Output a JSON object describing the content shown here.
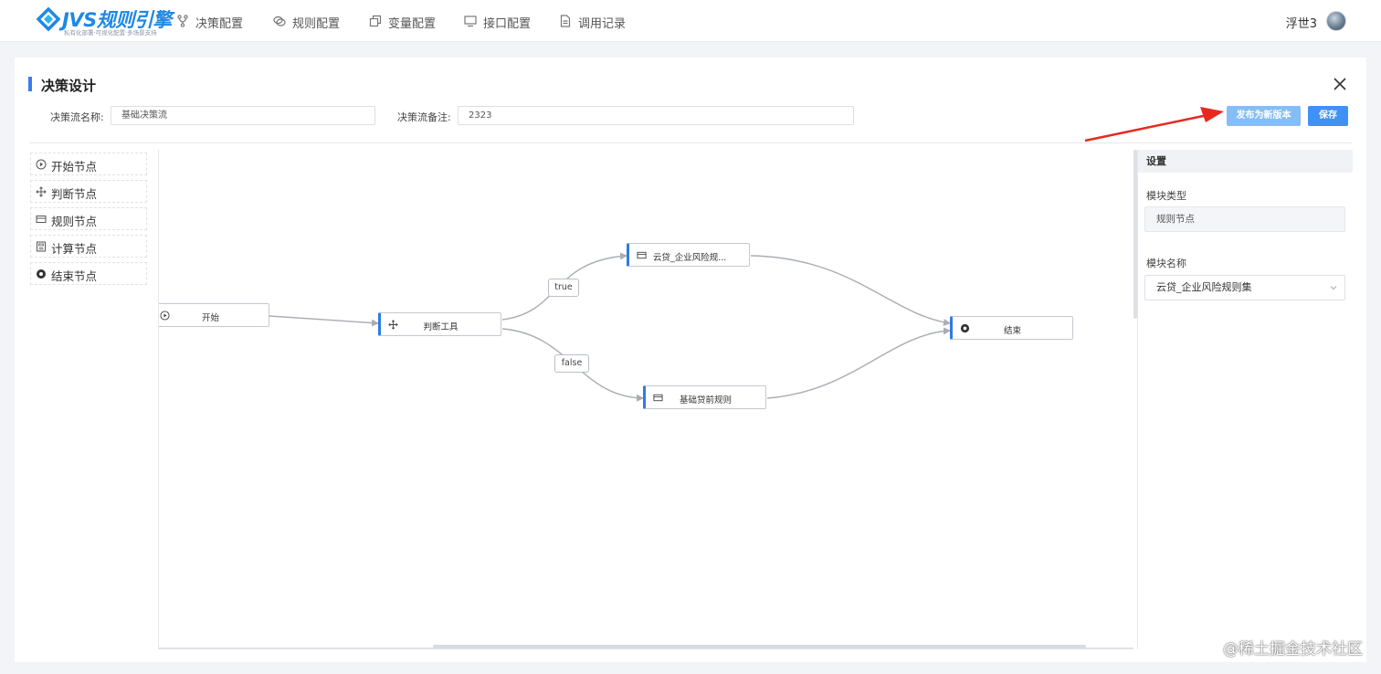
{
  "app": {
    "brand": "JVS规则引擎",
    "slogan": "私有化部署·可视化配置·多场景支持",
    "nav": [
      {
        "label": "决策配置",
        "icon": "branch-icon"
      },
      {
        "label": "规则配置",
        "icon": "rules-icon"
      },
      {
        "label": "变量配置",
        "icon": "variables-icon"
      },
      {
        "label": "接口配置",
        "icon": "monitor-icon"
      },
      {
        "label": "调用记录",
        "icon": "document-icon"
      }
    ],
    "user": "浮世3"
  },
  "page": {
    "title": "决策设计",
    "flow_name_label": "决策流名称:",
    "flow_name_value": "基础决策流",
    "flow_note_label": "决策流备注:",
    "flow_note_value": "2323",
    "publish_label": "发布为新版本",
    "save_label": "保存"
  },
  "palette": [
    {
      "label": "开始节点",
      "icon": "play-circle-icon"
    },
    {
      "label": "判断节点",
      "icon": "move-cross-icon"
    },
    {
      "label": "规则节点",
      "icon": "card-icon"
    },
    {
      "label": "计算节点",
      "icon": "calculator-icon"
    },
    {
      "label": "结束节点",
      "icon": "end-circle-icon"
    }
  ],
  "flow": {
    "nodes": [
      {
        "id": "start",
        "label": "开始",
        "type": "start"
      },
      {
        "id": "judge",
        "label": "判断工具",
        "type": "judge"
      },
      {
        "id": "rule1",
        "label": "云贷_企业风险规...",
        "type": "rule"
      },
      {
        "id": "rule2",
        "label": "基础贷前规则",
        "type": "rule"
      },
      {
        "id": "end",
        "label": "结束",
        "type": "end"
      }
    ],
    "edges": [
      {
        "from": "start",
        "to": "judge",
        "label": ""
      },
      {
        "from": "judge",
        "to": "rule1",
        "label": "true"
      },
      {
        "from": "judge",
        "to": "rule2",
        "label": "false"
      },
      {
        "from": "rule1",
        "to": "end",
        "label": ""
      },
      {
        "from": "rule2",
        "to": "end",
        "label": ""
      }
    ]
  },
  "settings": {
    "header": "设置",
    "type_label": "模块类型",
    "type_value": "规则节点",
    "name_label": "模块名称",
    "name_value": "云贷_企业风险规则集"
  },
  "watermark": "@稀土掘金技术社区",
  "colors": {
    "accent": "#2e7be6",
    "publish_button": "#85bdf8",
    "save_button": "#3e92f5",
    "annotation_arrow": "#e8281f"
  }
}
